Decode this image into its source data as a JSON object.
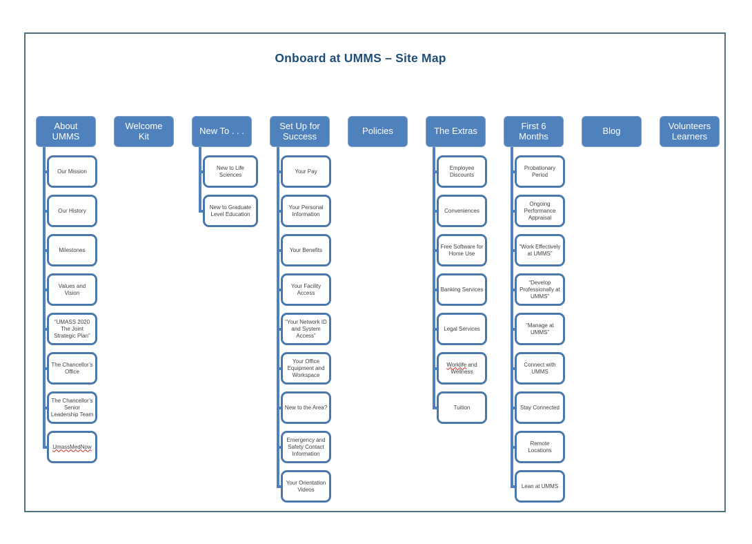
{
  "title": "Onboard at UMMS – Site Map",
  "colors": {
    "header_fill": "#4f81bd",
    "header_border": "#7fa1c9",
    "child_border": "#4a78ab",
    "child_fill": "#ffffff",
    "connector": "#4f81bd",
    "title_color": "#1f4e79",
    "frame_border": "#51707f",
    "text_color": "#3f3f3f",
    "spellcheck_red": "#cc2a1e"
  },
  "columns": [
    {
      "label": "About UMMS",
      "children": [
        "Our Mission",
        "Our History",
        "Milestones",
        "Values and Vision",
        "“UMASS 2020 The Joint Strategic Plan”",
        "The Chancellor’s Office",
        "The Chancellor’s Senior Leadership Team",
        {
          "label": "UmassMedNow",
          "squiggle": "UmassMedNow"
        }
      ]
    },
    {
      "label": "Welcome Kit",
      "children": []
    },
    {
      "label": "New To . . .",
      "children": [
        "New to Life Sciences",
        "New to Graduate Level Education"
      ]
    },
    {
      "label": "Set Up for Success",
      "children": [
        "Your Pay",
        "Your Personal Information",
        "Your Benefits",
        "Your Facility Access",
        "“Your Network ID and System Access”",
        "Your Office Equipment and Workspace",
        "New to the Area?",
        "Emergency and Safety Contact Information",
        "Your Orientation Videos"
      ]
    },
    {
      "label": "Policies",
      "children": []
    },
    {
      "label": "The Extras",
      "children": [
        "Employee Discounts",
        "Conveniences",
        "Free Software for Home Use",
        "Banking Services",
        "Legal Services",
        {
          "label": "Worklife and Wellness",
          "squiggle": "Worklife"
        },
        "Tuition"
      ]
    },
    {
      "label": "First 6 Months",
      "children": [
        "Probationary Period",
        "Ongoing Performance Appraisal",
        "“Work Effectively at UMMS”",
        "“Develop Professionally at UMMS”",
        "“Manage at UMMS”",
        "Connect with UMMS",
        "Stay Connected",
        "Remote Locations",
        "Lean at UMMS"
      ]
    },
    {
      "label": "Blog",
      "children": []
    },
    {
      "label": "Volunteers Learners",
      "children": []
    }
  ]
}
